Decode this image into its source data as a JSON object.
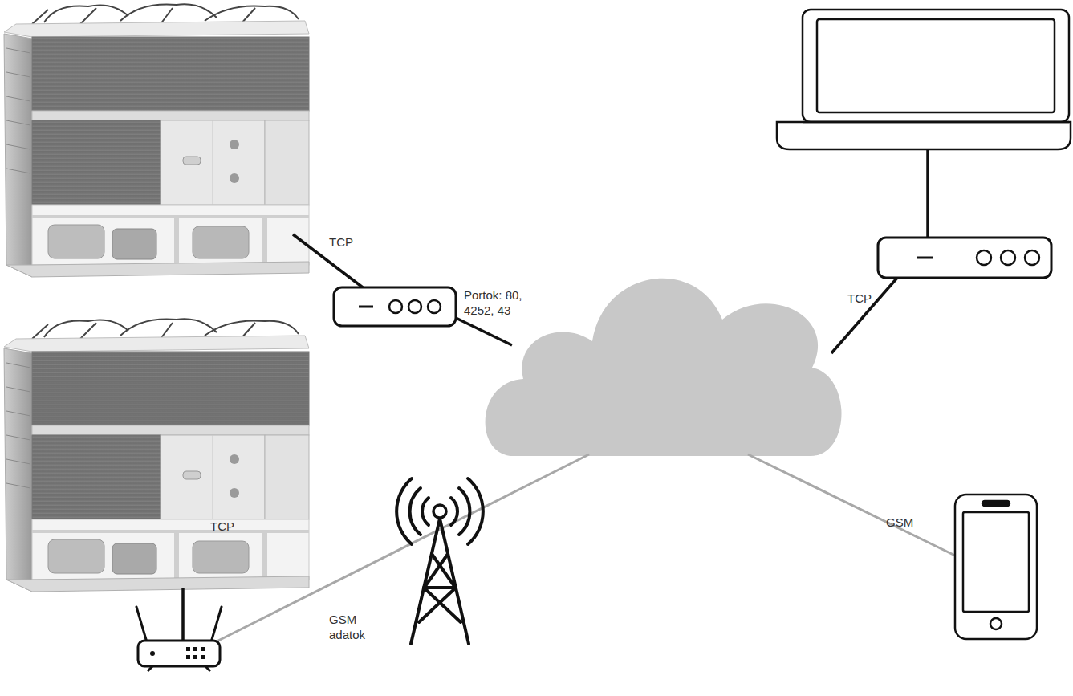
{
  "diagram": {
    "labels": [
      "TCP",
      "Portok: 80, 4252, 43",
      "TCP",
      "TCP",
      "GSM adatok",
      "GSM"
    ]
  }
}
